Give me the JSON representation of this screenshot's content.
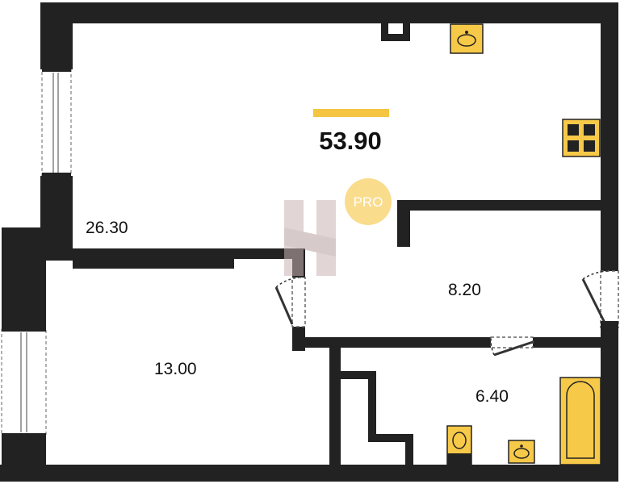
{
  "plan": {
    "total_area": "53.90",
    "rooms": {
      "living": "26.30",
      "bedroom": "13.00",
      "hall": "8.20",
      "bathroom": "6.40"
    },
    "badge": "PRO",
    "colors": {
      "wall": "#222222",
      "fixture": "#f7c948",
      "accent": "#f5c542",
      "badge": "#f9dc8c",
      "watermark": "#c9b3b3"
    }
  }
}
